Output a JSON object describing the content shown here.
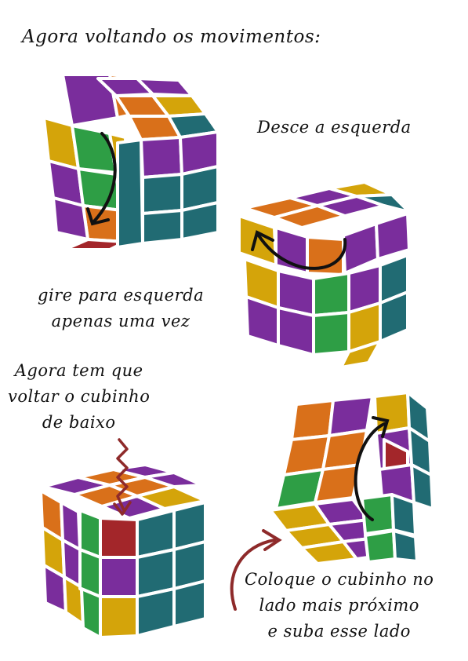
{
  "title": "Agora voltando os movimentos:",
  "steps": [
    {
      "lines": [
        "Desce a esquerda"
      ]
    },
    {
      "lines": [
        "gire para esquerda",
        "apenas uma vez"
      ]
    },
    {
      "lines": [
        "Agora tem que",
        "voltar o cubinho",
        "de baixo"
      ]
    },
    {
      "lines": [
        "Coloque o cubinho no",
        "lado mais próximo",
        "e suba esse lado"
      ]
    }
  ],
  "colors": {
    "purple": "#7a2d9c",
    "orange": "#d9701a",
    "yellow": "#d4a40a",
    "green": "#2e9e45",
    "teal": "#216b73",
    "red": "#a3262a",
    "arrow_red": "#8e2a2a",
    "outline": "#111111"
  },
  "icons": [
    "cube-1-icon",
    "cube-2-icon",
    "cube-3-icon",
    "cube-4-icon",
    "curved-arrow-icon",
    "zigzag-arrow-icon"
  ]
}
